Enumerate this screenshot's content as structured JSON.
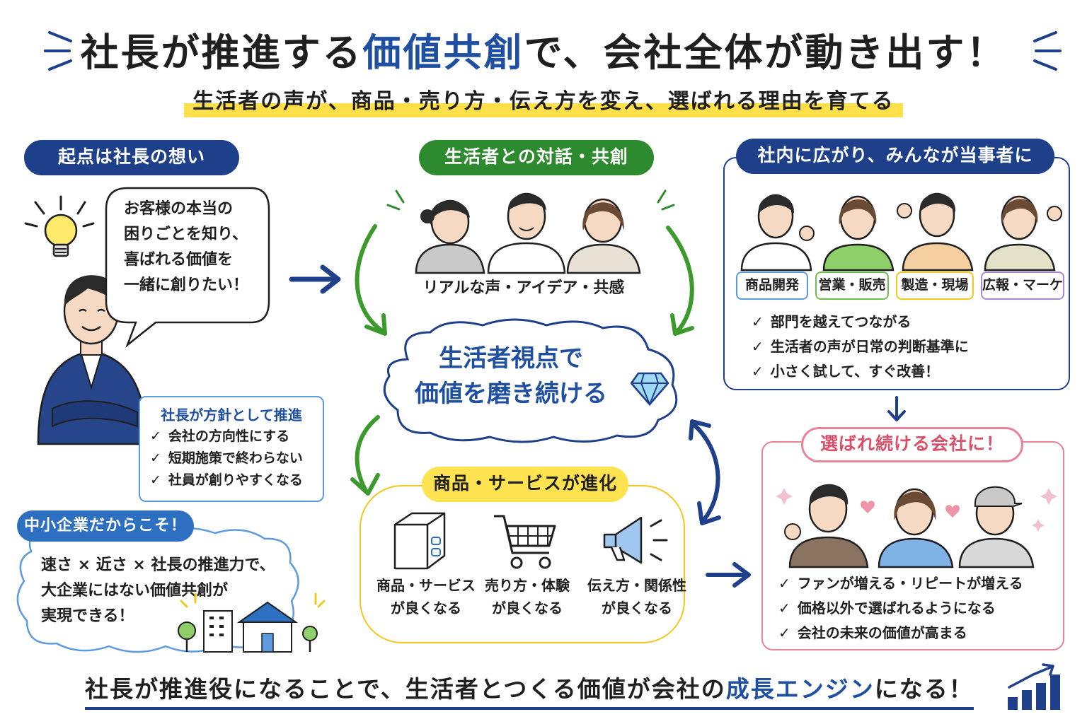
{
  "title": {
    "part1": "社長が推進する",
    "highlight": "価値共創",
    "part2": "で、会社全体が動き出す！"
  },
  "subtitle": "生活者の声が、商品・売り方・伝え方を変え、選ばれる理由を育てる",
  "origin": {
    "pill": "起点は社長の想い",
    "speech": [
      "お客様の本当の",
      "困りごとを知り、",
      "喜ばれる価値を",
      "一緒に創りたい！"
    ],
    "policy_title": "社長が方針として推進",
    "policy_items": [
      "会社の方向性にする",
      "短期施策で終わらない",
      "社員が創りやすくなる"
    ]
  },
  "sme": {
    "pill": "中小企業だからこそ！",
    "lines": [
      "速さ × 近さ × 社長の推進力で、",
      "大企業にはない価値共創が",
      "実現できる！"
    ]
  },
  "dialogue": {
    "pill": "生活者との対話・共創",
    "caption": "リアルな声・アイデア・共感"
  },
  "center": {
    "line1": "生活者視点で",
    "line2": "価値を磨き続ける",
    "icon": "diamond-icon"
  },
  "evolution": {
    "pill": "商品・サービスが進化",
    "items": [
      {
        "icon": "box-icon",
        "line1": "商品・サービス",
        "line2": "が良くなる"
      },
      {
        "icon": "cart-icon",
        "line1": "売り方・体験",
        "line2": "が良くなる"
      },
      {
        "icon": "megaphone-icon",
        "line1": "伝え方・関係性",
        "line2": "が良くなる"
      }
    ]
  },
  "spread": {
    "pill": "社内に広がり、みんなが当事者に",
    "departments": [
      {
        "label": "商品開発",
        "color": "#5c9be0"
      },
      {
        "label": "営業・販売",
        "color": "#6cbf4a"
      },
      {
        "label": "製造・現場",
        "color": "#f2c81e"
      },
      {
        "label": "広報・マーケ",
        "color": "#a88ad6"
      }
    ],
    "items": [
      "部門を越えてつながる",
      "生活者の声が日常の判断基準に",
      "小さく試して、すぐ改善！"
    ]
  },
  "chosen": {
    "pill": "選ばれ続ける会社に！",
    "items": [
      "ファンが増える・リピートが増える",
      "価格以外で選ばれるようになる",
      "会社の未来の価値が高まる"
    ]
  },
  "footer": {
    "part1": "社長が推進役になることで、生活者とつくる価値が会社の",
    "highlight": "成長エンジン",
    "part2": "になる！"
  }
}
